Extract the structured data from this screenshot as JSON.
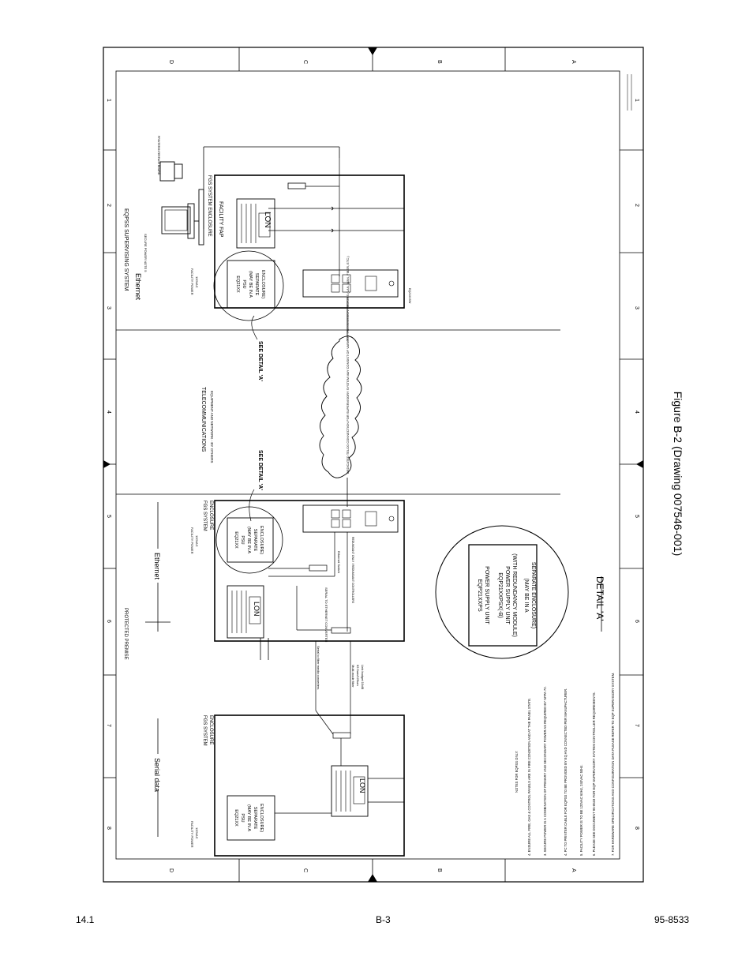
{
  "footer": {
    "left": "14.1",
    "center": "B-3",
    "right": "95-8533"
  },
  "figure_caption": "Figure B-2 (Drawing 007546-001)",
  "border": {
    "row_letters": [
      "D",
      "C",
      "B",
      "A"
    ],
    "col_numbers": [
      "1",
      "2",
      "3",
      "4",
      "5",
      "6",
      "7",
      "8"
    ]
  },
  "sections": {
    "supervising_title": "EQPSS SUPERVISING SYSTEM",
    "supervising_ethernet": "Ethernet",
    "telecom_title": "TELECOMMUNICATIONS",
    "telecom_sub": "EQUIPMENT AND NETWORK - BY OTHERS",
    "protected_premise": "PROTECTED PREMISE",
    "ethernet_label": "Ethernet",
    "serial_data_label": "Serial data"
  },
  "enclosures": {
    "top_title": "FGS SYSTEM ENCLOSURE",
    "top_fap": "FACILITY FAP",
    "mid_title": "FGS SYSTEM\nENCLOSURE",
    "bot_title": "FGS SYSTEM\nENCLOSURE"
  },
  "psu": {
    "lines": [
      "EQ21XX",
      "PSU",
      "(MAY BE IN A",
      "SEPARATE",
      "ENCLOSURE)"
    ],
    "facility_power": "FACILITY POWER",
    "voltage": "120VAC"
  },
  "lon_label": "LON",
  "see_detail": "SEE DETAIL 'A'",
  "cloud_text": "DEDICATED TELCO CONNECTION FOR SUPERVISORY SYSTEM MAY CONSIST OF VARIOUS TRANSMISSION MEDIUMS (LAN, WAN, FIBER, ETC.)",
  "secure_power": "SECURE POWER NOTE 5",
  "printer_label": "PRINTER/INTERFACE BOARD",
  "mid_notes": {
    "ethernet_switch": "Ethernet Switch",
    "serial_converter": "SERIAL TO ETHERNET CONVERTER",
    "redundant": "REDUNDANT ONLY / REDUNDANT CONTROLLERS",
    "fiber_converter": "Serial to fiber media converters",
    "fiber_spec": "Multi-mode fiber\n62.5um/125um\nLink budget 10dB"
  },
  "detail_a": {
    "lines": [
      "EQP21XXPS",
      "POWER SUPPLY UNIT",
      "",
      "EQP21XXPSX(-B)",
      "POWER SUPPLY UNIT",
      "(WITH REDUNDANCY MODULE)",
      "",
      "(MAY BE IN A",
      "SEPARATE ENCLOSURE)"
    ],
    "title": "DETAIL 'A'"
  },
  "notes": [
    "NOTES FOR EQPSS ONLY:",
    "4. ENSURE ALL FIRE, GAS & CONTROL PANELS ARE IN FIRE CONDITION AND AT THE PANEL STATE.",
    "3. SECURE POWER IS A COMBINATION OF PRIMARY AND SECONDARY POWER AS REQUIRED BY NFPA 72.",
    "4. PC TO PRINTER CABLE FOR EQPSS TO BE PROVIDED BY EQ AND CONNECTED PER MANUFACTURER.",
    "5. FACILITY POWER IS TO BE 120VAC 60Hz, 240VAC 50Hz.",
    "6. PLEASE SEE DOCUMENT 95-8533 FOR EQP SUPERVISORY SYSTEM CONTROLLER REQUIREMENTS.",
    "7. FOR HARDWARE SPECIFICATIONS AND CONFIGURATION DATA PLEASE REFER TO EQP SUPERVISORY SYSTEM."
  ]
}
